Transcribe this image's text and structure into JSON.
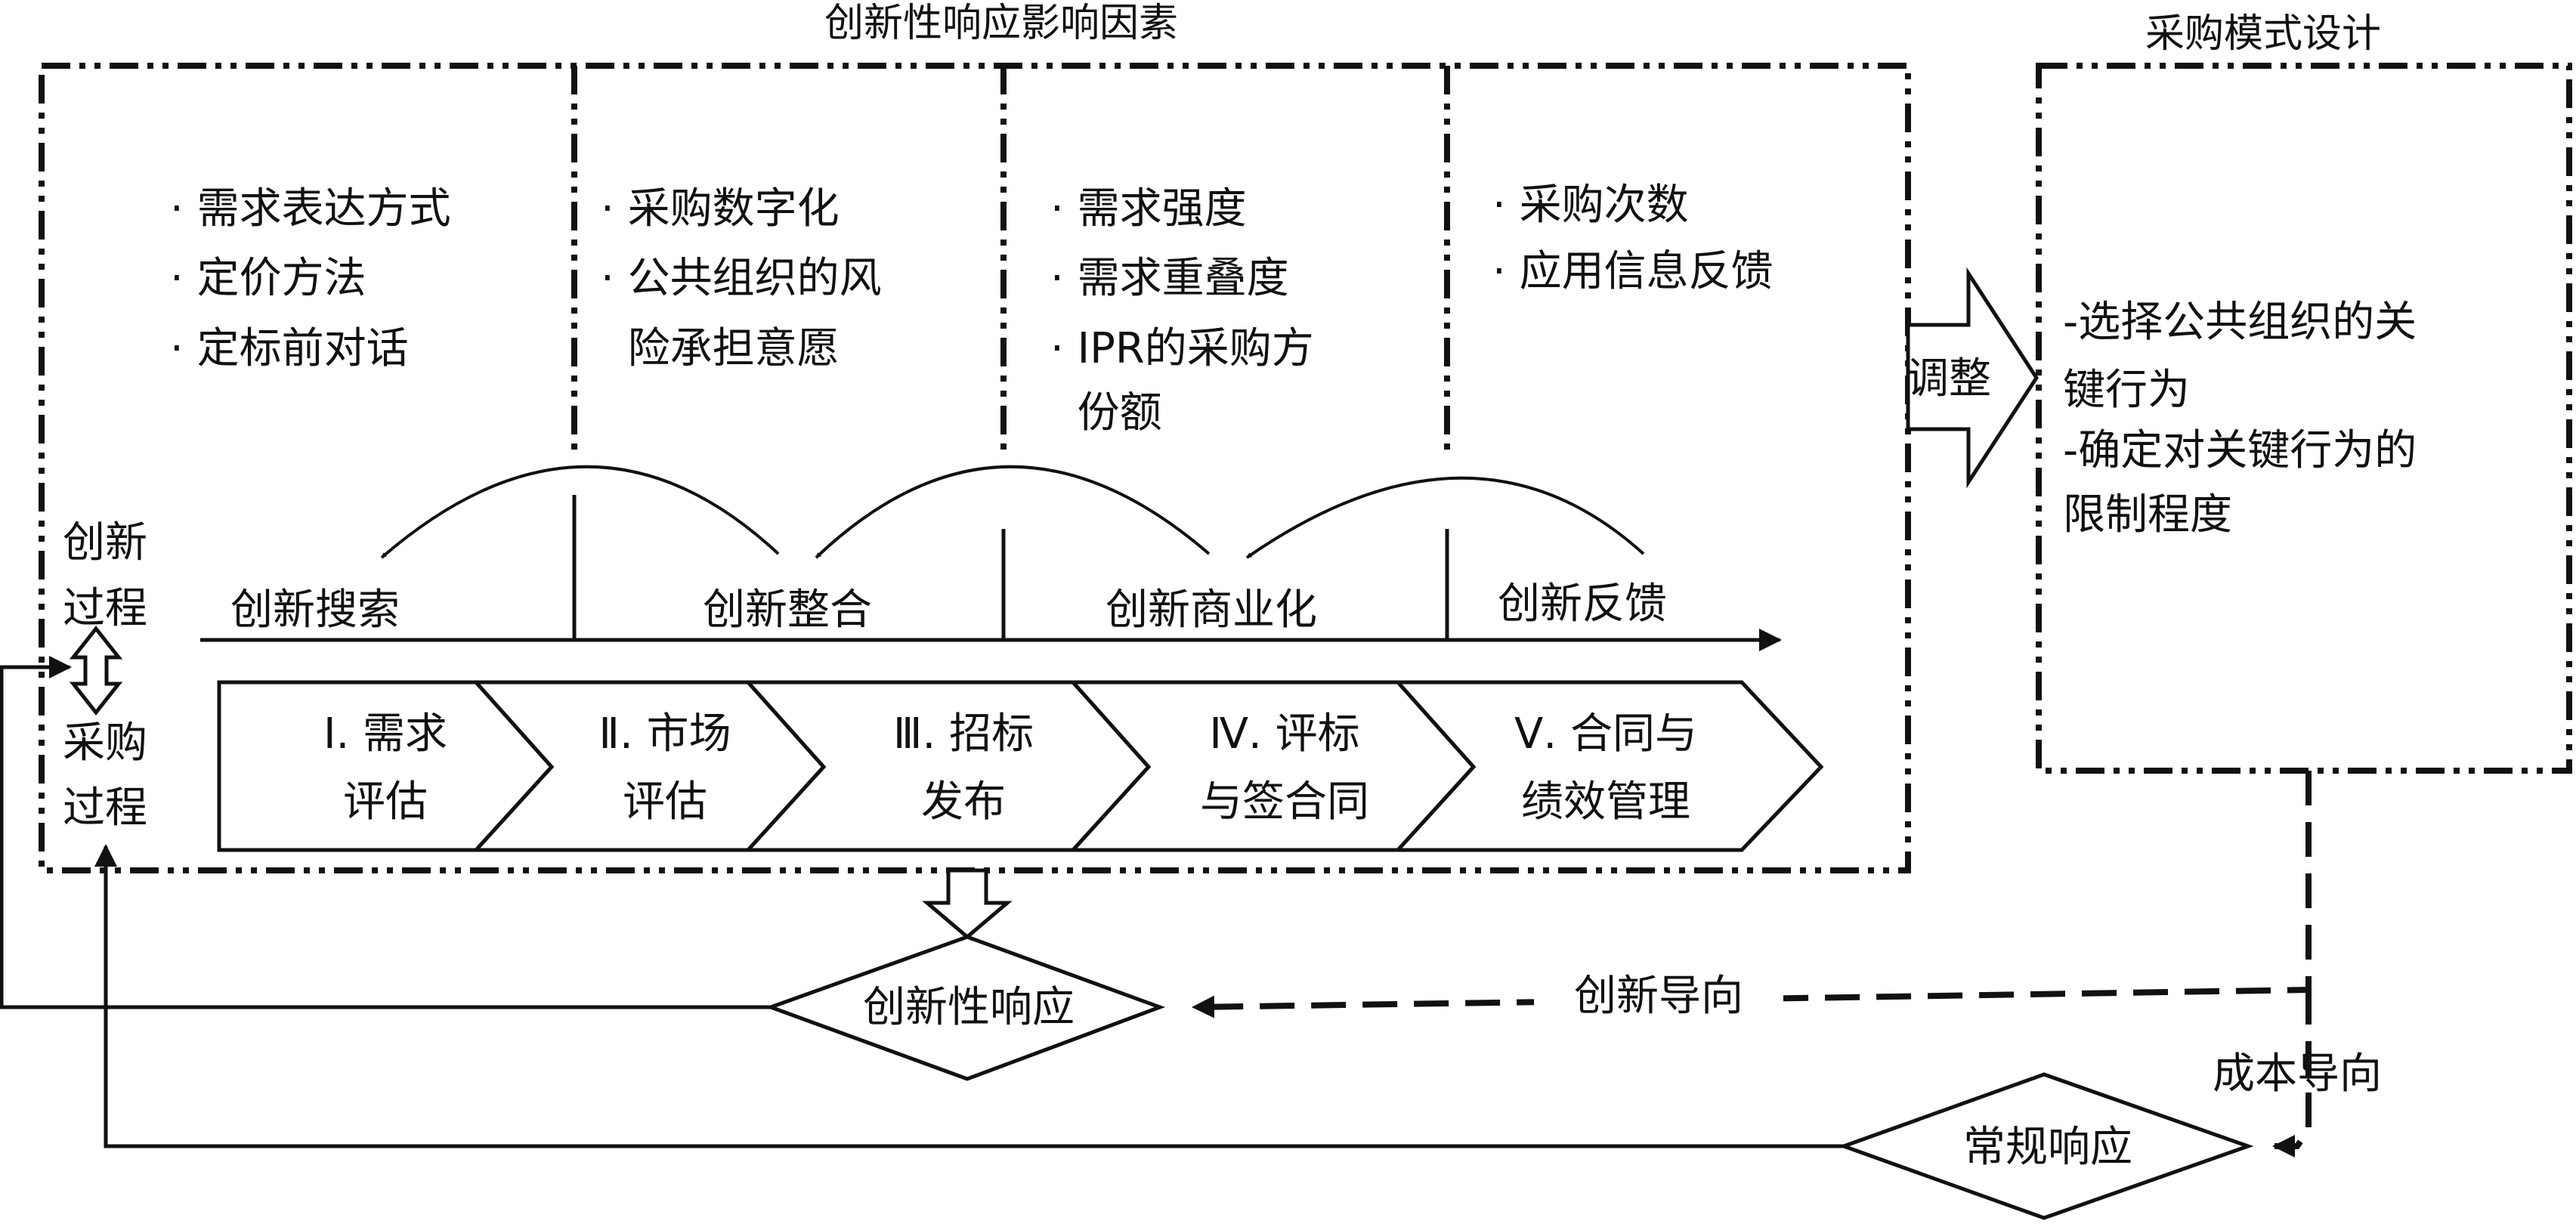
{
  "left_panel": {
    "title": "创新性响应影响因素",
    "columns": [
      {
        "lines": [
          "· 需求表达方式",
          "· 定价方法",
          "· 定标前对话"
        ]
      },
      {
        "lines": [
          "· 采购数字化",
          "· 公共组织的风",
          "  险承担意愿"
        ]
      },
      {
        "lines": [
          "· 需求强度",
          "· 需求重叠度",
          "· IPR的采购方",
          "  份额"
        ]
      },
      {
        "lines": [
          "· 采购次数",
          "· 应用信息反馈"
        ]
      }
    ]
  },
  "right_panel": {
    "title": "采购模式设计",
    "lines": [
      "-选择公共组织的关",
      "键行为",
      "-确定对关键行为的",
      "限制程度"
    ]
  },
  "adjust_arrow": {
    "label": "调整"
  },
  "side_labels": {
    "innovation_process": [
      "创新",
      "过程"
    ],
    "procurement_process": [
      "采购",
      "过程"
    ]
  },
  "innovation_phases": [
    "创新搜索",
    "创新整合",
    "创新商业化",
    "创新反馈"
  ],
  "procurement_steps": [
    {
      "lines": [
        "Ⅰ. 需求",
        "评估"
      ]
    },
    {
      "lines": [
        "Ⅱ. 市场",
        "评估"
      ]
    },
    {
      "lines": [
        "Ⅲ. 招标",
        "发布"
      ]
    },
    {
      "lines": [
        "Ⅳ. 评标",
        "与签合同"
      ]
    },
    {
      "lines": [
        "Ⅴ. 合同与",
        "绩效管理"
      ]
    }
  ],
  "responses": {
    "innovative": "创新性响应",
    "routine": "常规响应"
  },
  "orientations": {
    "innovation": "创新导向",
    "cost": "成本导向"
  }
}
